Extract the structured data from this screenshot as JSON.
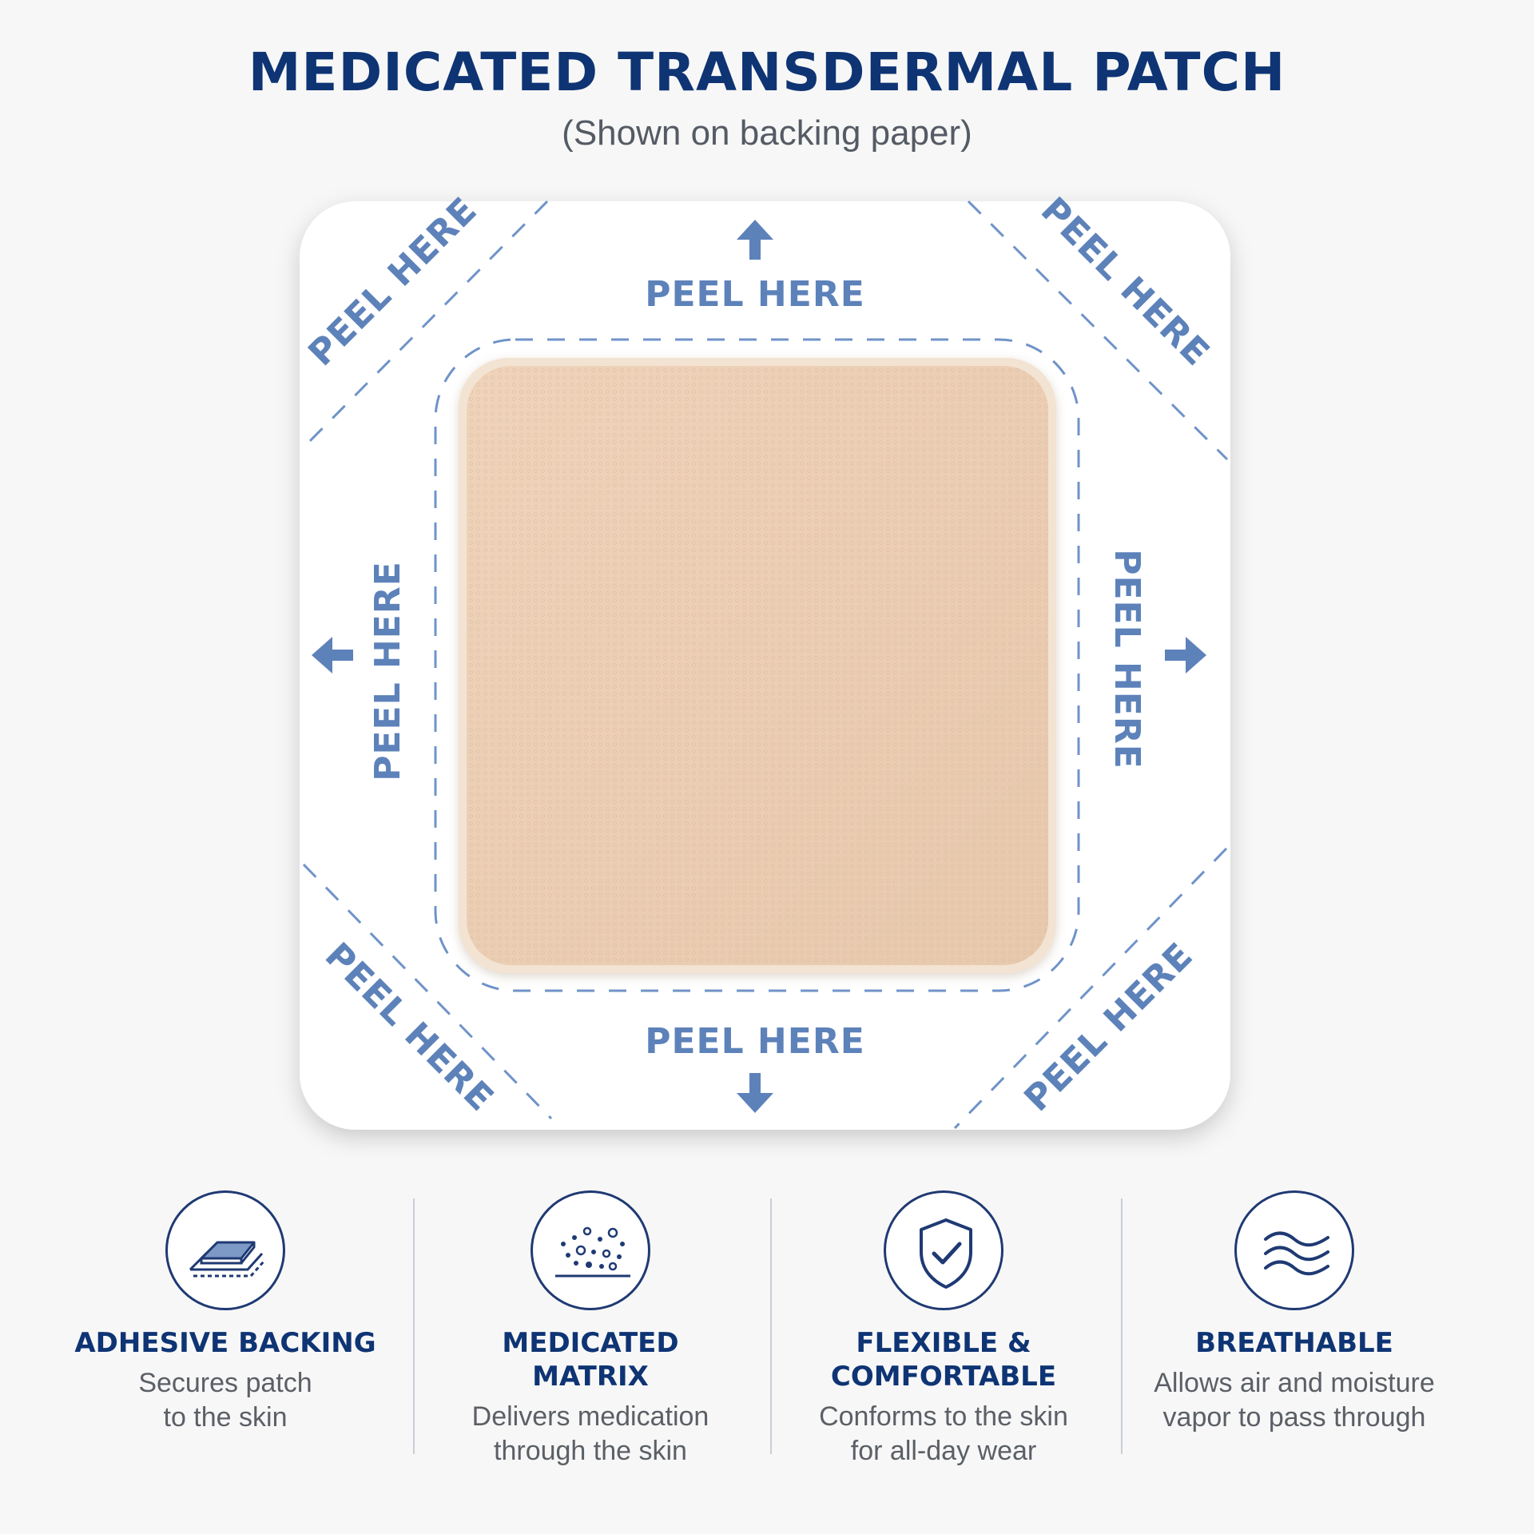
{
  "header": {
    "title": "MEDICATED TRANSDERMAL PATCH",
    "subtitle": "(Shown on backing paper)"
  },
  "patch": {
    "peel_label": "PEEL HERE",
    "patch_color": "#e9cdb3",
    "backing_color": "#ffffff",
    "dash_color": "#6f93c8"
  },
  "features": [
    {
      "icon": "layers-icon",
      "title_lines": [
        "ADHESIVE BACKING"
      ],
      "desc_lines": [
        "Secures patch",
        "to the skin"
      ]
    },
    {
      "icon": "particles-icon",
      "title_lines": [
        "MEDICATED",
        "MATRIX"
      ],
      "desc_lines": [
        "Delivers medication",
        "through the skin"
      ]
    },
    {
      "icon": "shield-check-icon",
      "title_lines": [
        "FLEXIBLE &",
        "COMFORTABLE"
      ],
      "desc_lines": [
        "Conforms to the skin",
        "for all-day wear"
      ]
    },
    {
      "icon": "waves-icon",
      "title_lines": [
        "BREATHABLE"
      ],
      "desc_lines": [
        "Allows air and moisture",
        "vapor to pass through"
      ]
    }
  ]
}
